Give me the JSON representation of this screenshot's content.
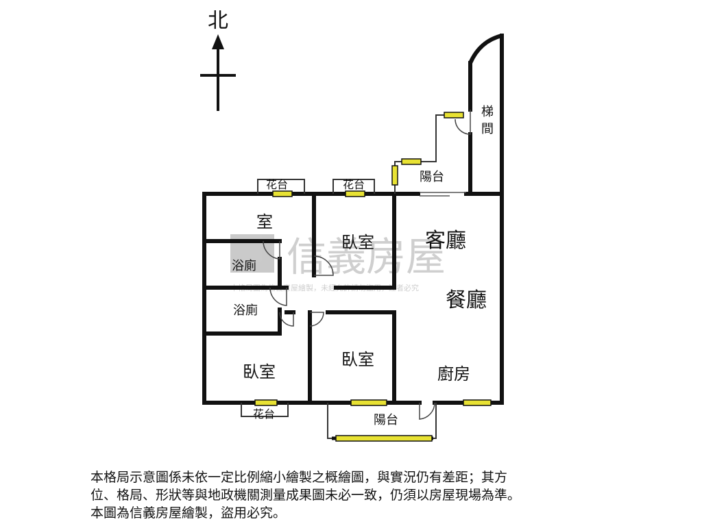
{
  "compass": {
    "north_label": "北"
  },
  "rooms": {
    "bedroom_top_left": "室",
    "bath_1": "浴廁",
    "bath_2": "浴廁",
    "bedroom_top_mid": "臥室",
    "living": "客廳",
    "dining": "餐廳",
    "bedroom_bottom_left": "臥室",
    "bedroom_bottom_mid": "臥室",
    "kitchen": "廚房",
    "balcony_top": "陽台",
    "balcony_bottom": "陽台",
    "stairwell": [
      "梯",
      "間"
    ],
    "planter_1": "花台",
    "planter_2": "花台",
    "planter_3": "花台"
  },
  "watermark": {
    "brand": "信義房屋",
    "note": "本格局圖為信義房屋繪製，未經允許請勿盜用，違者必究"
  },
  "disclaimer": [
    "本格局示意圖係未依一定比例縮小繪製之概繪圖，與實況仍有差距；其方",
    "位、格局、形狀等與地政機關測量成果圖未必一致，仍須以房屋現場為準。",
    "本圖為信義房屋繪製，盜用必究。"
  ],
  "colors": {
    "wall": "#111111",
    "window": "#e8e233",
    "watermark": "#bfbfbf"
  }
}
